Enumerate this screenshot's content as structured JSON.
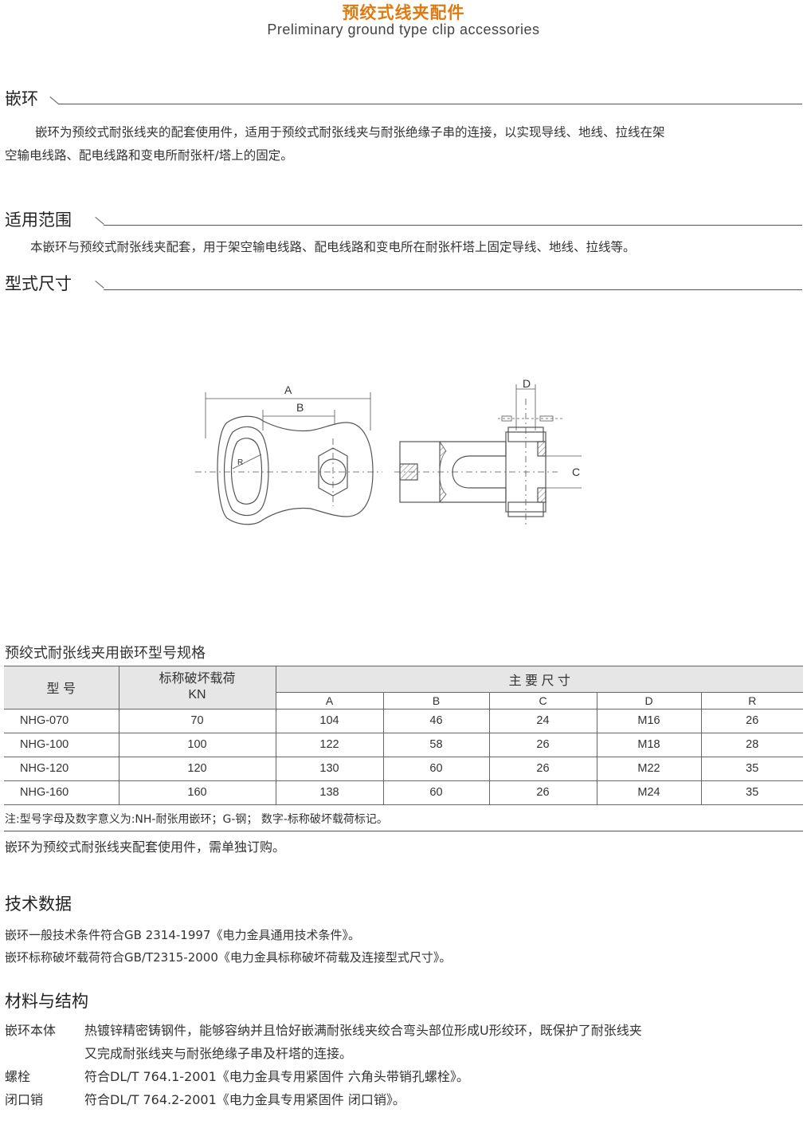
{
  "header": {
    "title_cn": "预绞式线夹配件",
    "title_en": "Preliminary ground type clip accessories"
  },
  "sections": {
    "ring": {
      "heading": "嵌环",
      "text_line1": "嵌环为预绞式耐张线夹的配套使用件，适用于预绞式耐张线夹与耐张绝缘子串的连接，以实现导线、地线、拉线在架",
      "text_line2": "空输电线路、配电线路和变电所耐张杆/塔上的固定。"
    },
    "scope": {
      "heading": "适用范围",
      "text": "本嵌环与预绞式耐张线夹配套，用于架空输电线路、配电线路和变电所在耐张杆塔上固定导线、地线、拉线等。"
    },
    "dimensions": {
      "heading": "型式尺寸"
    }
  },
  "drawing": {
    "label_a": "A",
    "label_b": "B",
    "label_r": "R",
    "label_c": "C",
    "label_d": "D"
  },
  "table": {
    "caption": "预绞式耐张线夹用嵌环型号规格",
    "header_model": "型  号",
    "header_load_line1": "标称破坏载荷",
    "header_load_line2": "KN",
    "header_main": "主  要  尺  寸",
    "columns": [
      "A",
      "B",
      "C",
      "D",
      "R"
    ],
    "rows": [
      {
        "model": "NHG-070",
        "load": "70",
        "a": "104",
        "b": "46",
        "c": "24",
        "d": "M16",
        "r": "26"
      },
      {
        "model": "NHG-100",
        "load": "100",
        "a": "122",
        "b": "58",
        "c": "26",
        "d": "M18",
        "r": "28"
      },
      {
        "model": "NHG-120",
        "load": "120",
        "a": "130",
        "b": "60",
        "c": "26",
        "d": "M22",
        "r": "35"
      },
      {
        "model": "NHG-160",
        "load": "160",
        "a": "138",
        "b": "60",
        "c": "26",
        "d": "M24",
        "r": "35"
      }
    ],
    "note": "注:型号字母及数字意义为:NH-耐张用嵌环；G-钢；  数字-标称破坏载荷标记。",
    "order_note": "嵌环为预绞式耐张线夹配套使用件，需单独订购。"
  },
  "tech": {
    "heading": "技术数据",
    "line1": "嵌环一般技术条件符合GB 2314-1997《电力金具通用技术条件》。",
    "line2": "嵌环标称破坏载荷符合GB/T2315-2000《电力金具标称破坏荷载及连接型式尺寸》。"
  },
  "material": {
    "heading": "材料与结构",
    "items": [
      {
        "label": "嵌环本体",
        "line1": "热镀锌精密铸钢件，能够容纳并且恰好嵌满耐张线夹绞合弯头部位形成U形绞环，既保护了耐张线夹",
        "line2": "又完成耐张线夹与耐张绝缘子串及杆塔的连接。"
      },
      {
        "label": "螺栓",
        "line1": "符合DL/T 764.1-2001《电力金具专用紧固件 六角头带销孔螺栓》。",
        "line2": ""
      },
      {
        "label": "闭口销",
        "line1": "符合DL/T 764.2-2001《电力金具专用紧固件 闭口销》。",
        "line2": ""
      }
    ]
  }
}
